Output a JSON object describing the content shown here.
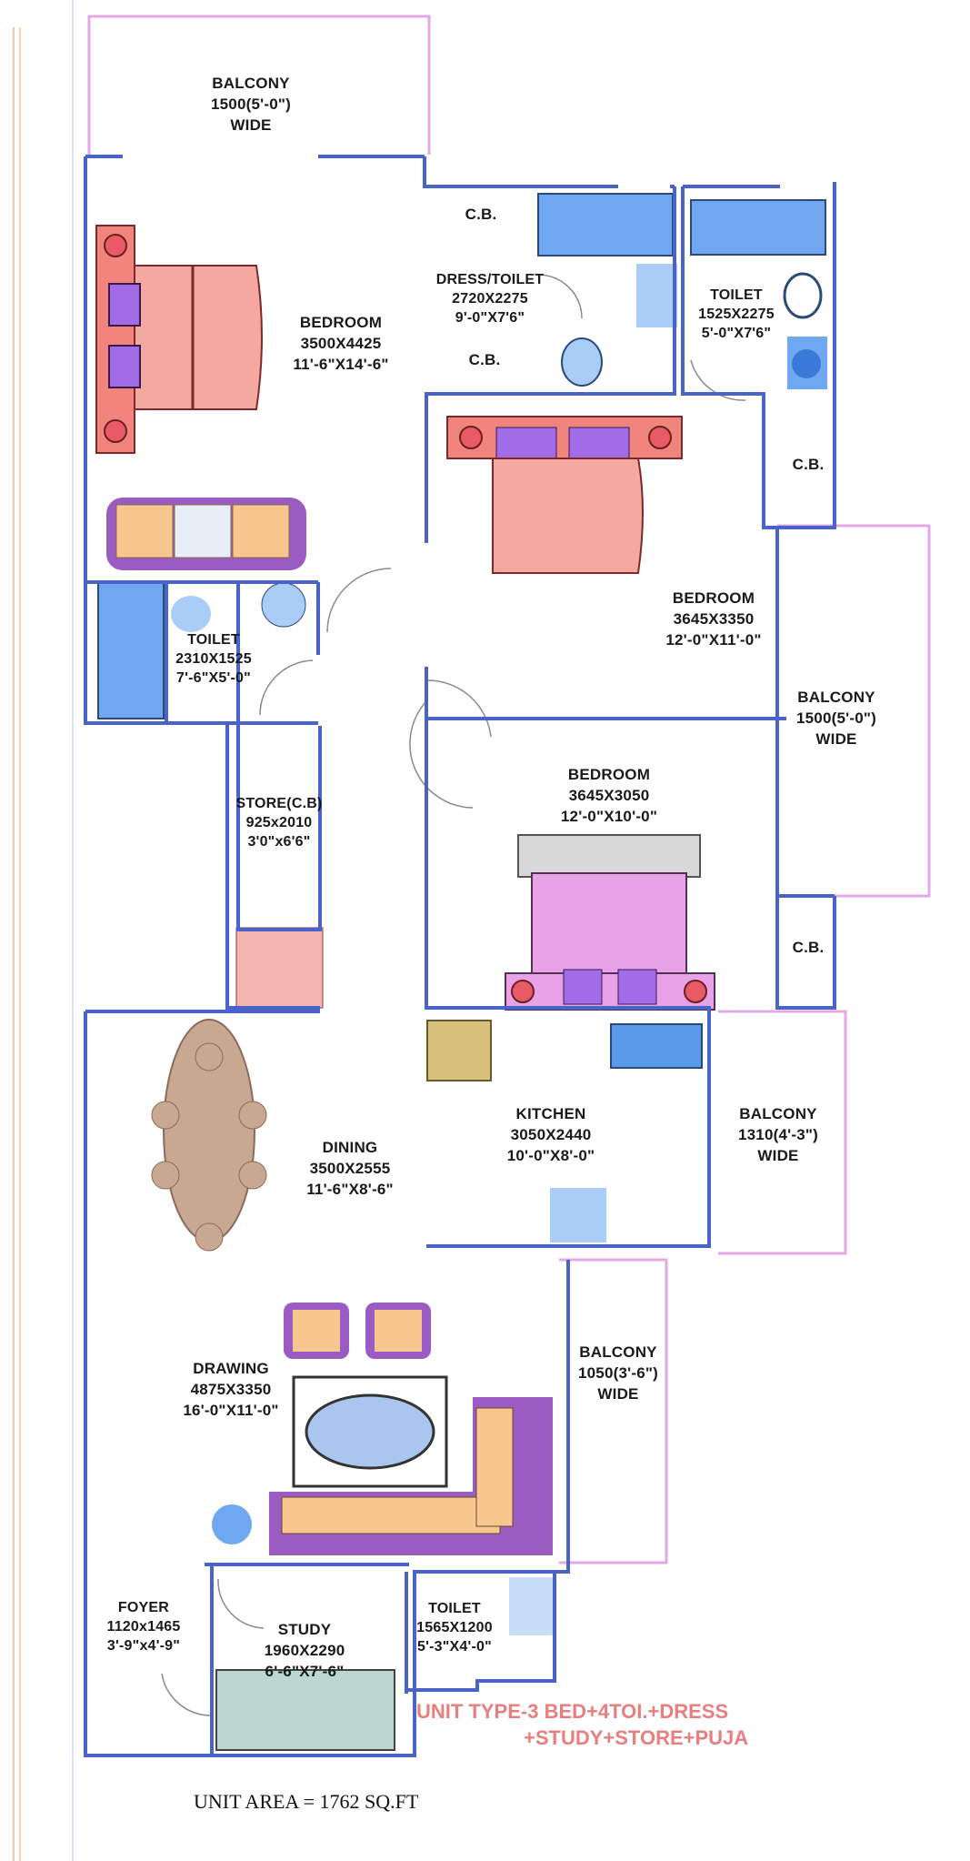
{
  "rooms": [
    {
      "id": "balcony-top",
      "lines": [
        "BALCONY",
        "1500(5'-0\")",
        "WIDE"
      ]
    },
    {
      "id": "bedroom-master",
      "lines": [
        "BEDROOM",
        "3500X4425",
        "11'-6\"X14'-6\""
      ]
    },
    {
      "id": "cb-dress-top",
      "lines": [
        "C.B."
      ]
    },
    {
      "id": "dress-toilet",
      "lines": [
        "DRESS/TOILET",
        "2720X2275",
        "9'-0\"X7'6\""
      ]
    },
    {
      "id": "cb-dress-bottom",
      "lines": [
        "C.B."
      ]
    },
    {
      "id": "toilet-right",
      "lines": [
        "TOILET",
        "1525X2275",
        "5'-0\"X7'6\""
      ]
    },
    {
      "id": "cb-right-1",
      "lines": [
        "C.B."
      ]
    },
    {
      "id": "toilet-left",
      "lines": [
        "TOILET",
        "2310X1525",
        "7'-6\"X5'-0\""
      ]
    },
    {
      "id": "bedroom-2",
      "lines": [
        "BEDROOM",
        "3645X3350",
        "12'-0\"X11'-0\""
      ]
    },
    {
      "id": "balcony-right",
      "lines": [
        "BALCONY",
        "1500(5'-0\")",
        "WIDE"
      ]
    },
    {
      "id": "store",
      "lines": [
        "STORE(C.B)",
        "925x2010",
        "3'0\"x6'6\""
      ]
    },
    {
      "id": "bedroom-3",
      "lines": [
        "BEDROOM",
        "3645X3050",
        "12'-0\"X10'-0\""
      ]
    },
    {
      "id": "cb-right-2",
      "lines": [
        "C.B."
      ]
    },
    {
      "id": "dining",
      "lines": [
        "DINING",
        "3500X2555",
        "11'-6\"X8'-6\""
      ]
    },
    {
      "id": "kitchen",
      "lines": [
        "KITCHEN",
        "3050X2440",
        "10'-0\"X8'-0\""
      ]
    },
    {
      "id": "balcony-kitchen",
      "lines": [
        "BALCONY",
        "1310(4'-3\")",
        "WIDE"
      ]
    },
    {
      "id": "drawing",
      "lines": [
        "DRAWING",
        "4875X3350",
        "16'-0\"X11'-0\""
      ]
    },
    {
      "id": "balcony-drawing",
      "lines": [
        "BALCONY",
        "1050(3'-6\")",
        "WIDE"
      ]
    },
    {
      "id": "foyer",
      "lines": [
        "FOYER",
        "1120x1465",
        "3'-9\"x4'-9\""
      ]
    },
    {
      "id": "study",
      "lines": [
        "STUDY",
        "1960X2290",
        "6'-6\"X7'-6\""
      ]
    },
    {
      "id": "toilet-bottom",
      "lines": [
        "TOILET",
        "1565X1200",
        "5'-3\"X4'-0\""
      ]
    }
  ],
  "unit_type": {
    "line1": "UNIT TYPE-3 BED+4TOI.+DRESS",
    "line2": "+STUDY+STORE+PUJA"
  },
  "unit_area": "UNIT AREA = 1762 SQ.FT",
  "colors": {
    "wall": "#4a63c8",
    "balcony_outline": "#e2a8e6",
    "bed_master": "#f4a8a0",
    "bed_guest": "#e7a2e8",
    "bath": "#7aaef0",
    "wood": "#c9a892",
    "label_accent": "#e87f7f"
  }
}
